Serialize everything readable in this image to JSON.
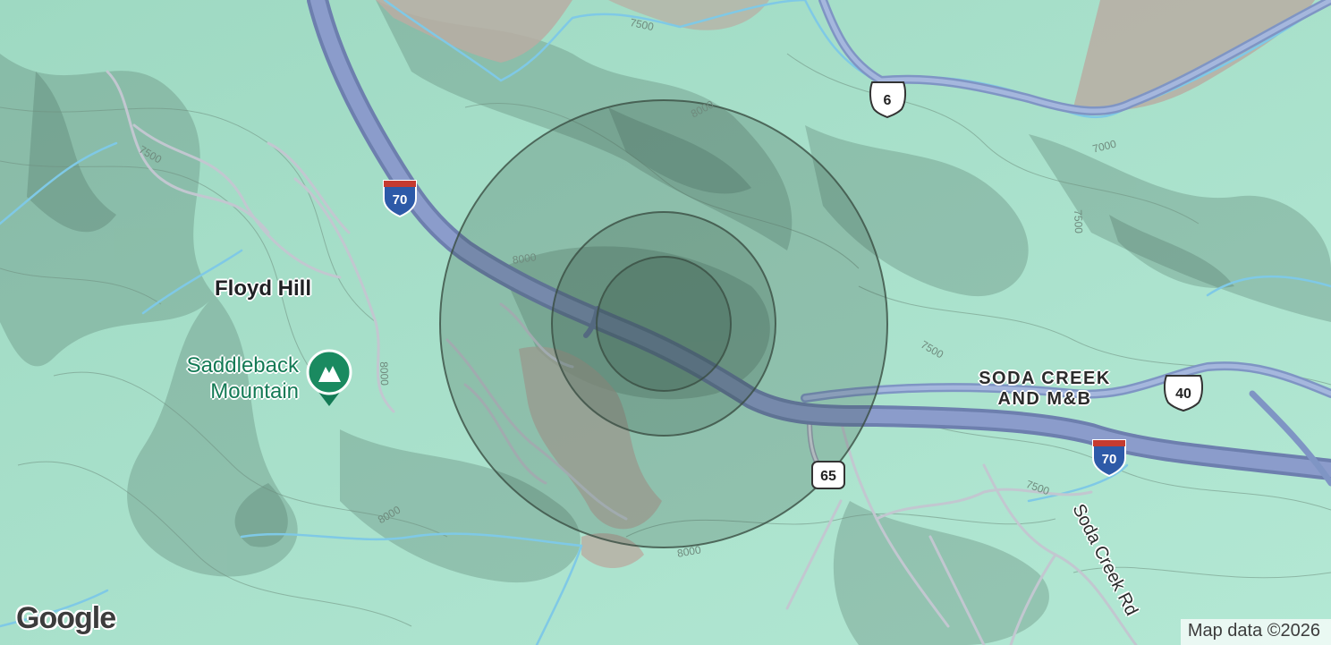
{
  "map": {
    "places": {
      "floyd_hill": "Floyd Hill",
      "soda_creek_line1": "SODA CREEK",
      "soda_creek_line2": "AND M&B"
    },
    "poi": {
      "line1": "Saddleback",
      "line2": "Mountain",
      "icon": "mountain-peak-icon"
    },
    "roads": {
      "soda_creek_rd": "Soda Creek Rd"
    },
    "shields": {
      "i70": "70",
      "us6": "6",
      "us40": "40",
      "co65": "65"
    },
    "contour_labels": [
      "7500",
      "8000",
      "7000",
      "7500",
      "7500",
      "8000",
      "7500",
      "8000",
      "7500",
      "8000",
      "8000"
    ],
    "attribution": "Map data ©2026",
    "logo": "Google",
    "colors": {
      "terrain": "#a8e3cc",
      "rock": "#b9ada3",
      "interstate": "#7e8fbe",
      "water": "#7fc9e6",
      "radius_fill": "#2f4a3a"
    }
  }
}
